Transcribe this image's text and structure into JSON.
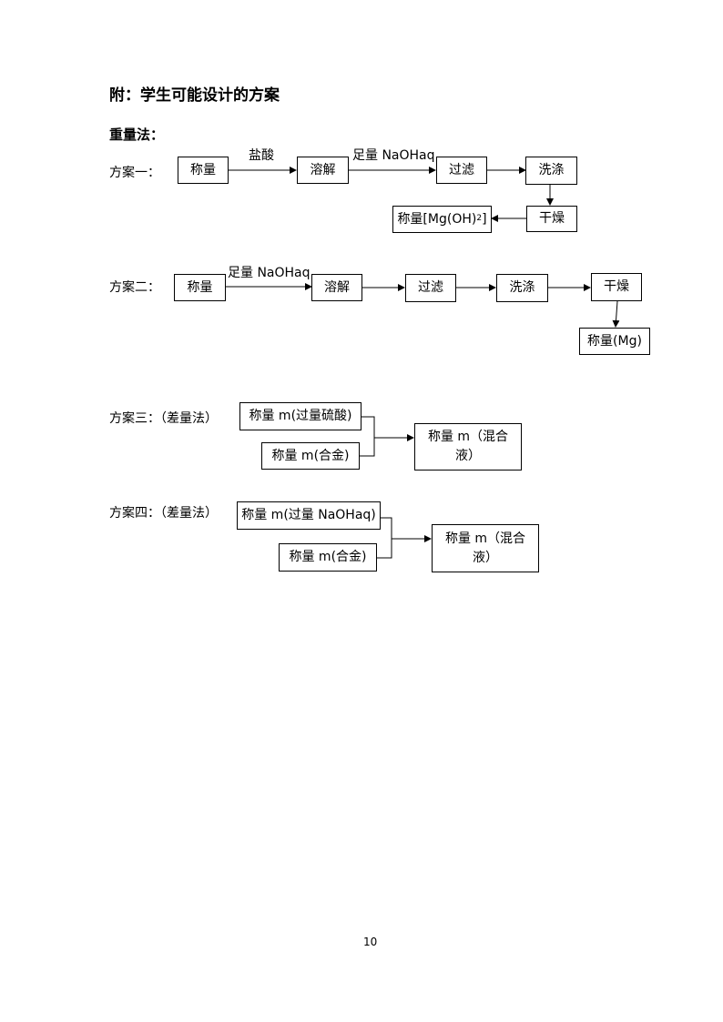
{
  "title": "附：学生可能设计的方案",
  "section": "重量法：",
  "plan1": {
    "label": "方案一：",
    "box_weigh": "称量",
    "edge_acid": "盐酸",
    "box_dissolve": "溶解",
    "edge_naoh": "足量 NaOHaq",
    "box_filter": "过滤",
    "box_wash": "洗涤",
    "box_dry": "干燥",
    "box_result_prefix": "称量[Mg(OH)",
    "box_result_sub": "2",
    "box_result_suffix": "]"
  },
  "plan2": {
    "label": "方案二：",
    "box_weigh": "称量",
    "edge_naoh": "足量 NaOHaq",
    "box_dissolve": "溶解",
    "box_filter": "过滤",
    "box_wash": "洗涤",
    "box_dry": "干燥",
    "box_result": "称量(Mg)"
  },
  "plan3": {
    "label": "方案三：（差量法）",
    "box_acid": "称量 m(过量硫酸)",
    "box_alloy": "称量 m(合金)",
    "box_mix": "称量 m（混合液）"
  },
  "plan4": {
    "label": "方案四：（差量法）",
    "box_naoh": "称量 m(过量 NaOHaq)",
    "box_alloy": "称量 m(合金)",
    "box_mix": "称量 m（混合液）"
  },
  "page_number": "10"
}
